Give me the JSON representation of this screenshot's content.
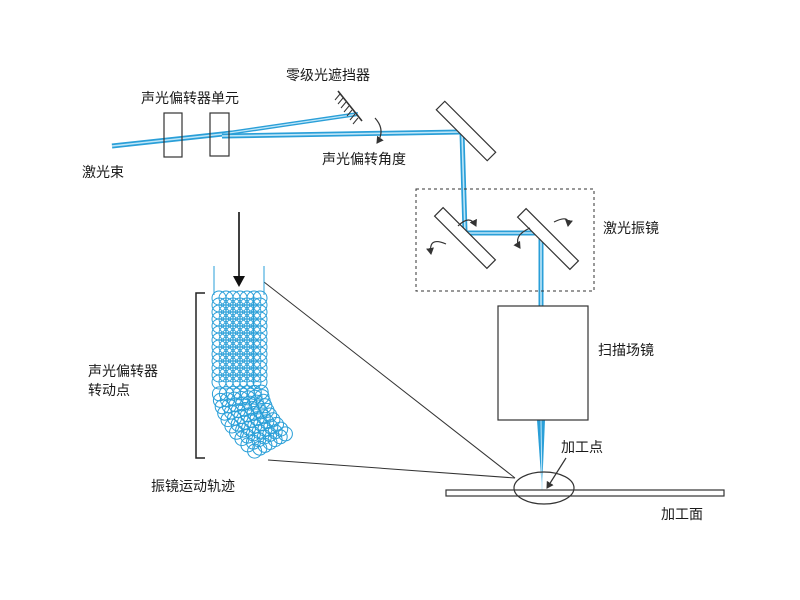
{
  "labels": {
    "aod_unit": "声光偏转器单元",
    "zero_order_block": "零级光遮挡器",
    "laser_beam": "激光束",
    "deflection_angle": "声光偏转角度",
    "galvo_mirror": "激光振镜",
    "scan_lens": "扫描场镜",
    "aod_rotation_point": "声光偏转器\n转动点",
    "galvo_trajectory": "振镜运动轨迹",
    "processing_point": "加工点",
    "processing_surface": "加工面"
  },
  "colors": {
    "beam": "#2a9fd8",
    "beam_highlight": "#bfe6f8",
    "line": "#333333",
    "text": "#1a1a1a",
    "frame_dashed": "#333333"
  }
}
